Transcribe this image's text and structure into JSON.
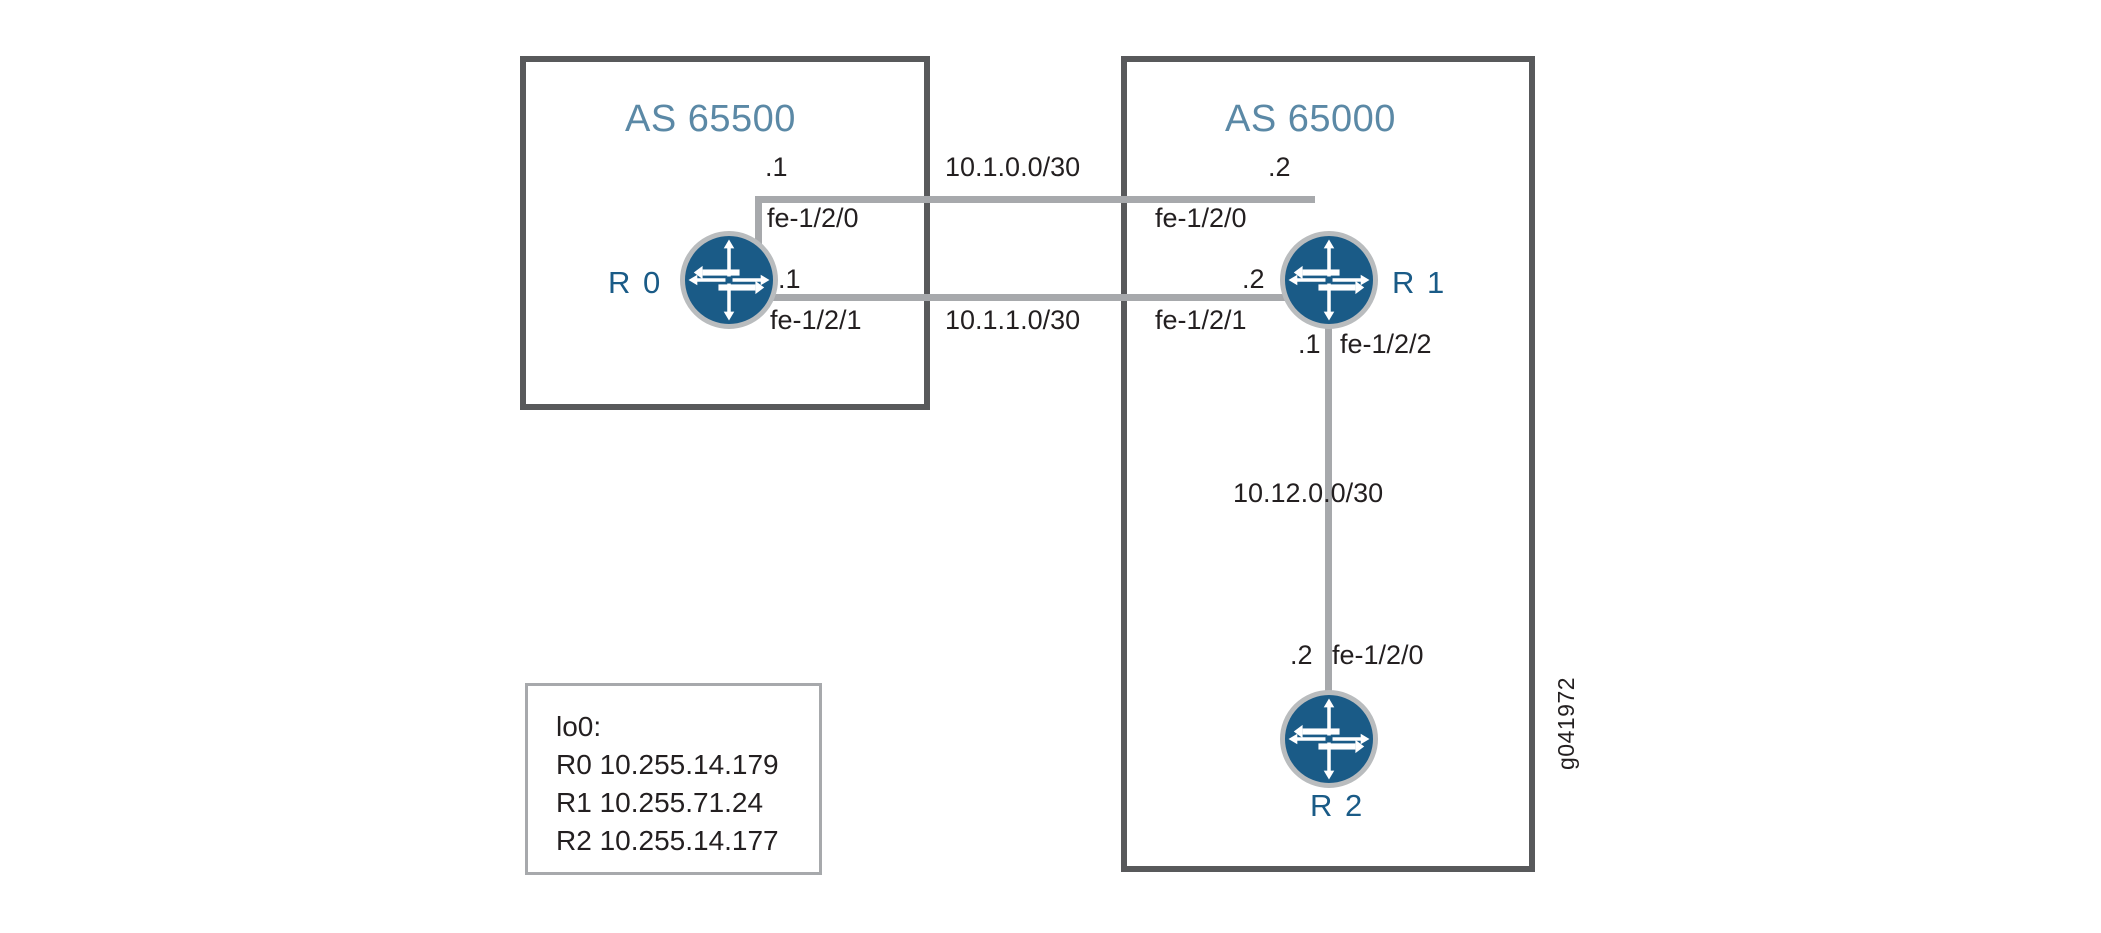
{
  "figure": {
    "watermark_id": "g041972",
    "colors": {
      "as_border": "#58595b",
      "as_label": "#5b89a6",
      "link": "#a7a9ac",
      "router_fill": "#1a5b87",
      "router_ring": "#b9bcbe",
      "text": "#231f20",
      "legend_border": "#a7a9ac",
      "background": "#ffffff"
    }
  },
  "autonomous_systems": [
    {
      "id": "as-65500",
      "label": "AS 65500"
    },
    {
      "id": "as-65000",
      "label": "AS 65000"
    }
  ],
  "routers": [
    {
      "id": "r0",
      "label": "R 0",
      "icon": "router-icon",
      "as": "as-65500"
    },
    {
      "id": "r1",
      "label": "R 1",
      "icon": "router-icon",
      "as": "as-65000"
    },
    {
      "id": "r2",
      "label": "R 2",
      "icon": "router-icon",
      "as": "as-65000"
    }
  ],
  "links": [
    {
      "id": "link-a",
      "network": "10.1.0.0/30",
      "endpoints": [
        {
          "router": "r0",
          "interface": "fe-1/2/0",
          "host": ".1"
        },
        {
          "router": "r1",
          "interface": "fe-1/2/0",
          "host": ".2"
        }
      ]
    },
    {
      "id": "link-b",
      "network": "10.1.1.0/30",
      "endpoints": [
        {
          "router": "r0",
          "interface": "fe-1/2/1",
          "host": ".1"
        },
        {
          "router": "r1",
          "interface": "fe-1/2/1",
          "host": ".2"
        }
      ]
    },
    {
      "id": "link-c",
      "network": "10.12.0.0/30",
      "endpoints": [
        {
          "router": "r1",
          "interface": "fe-1/2/2",
          "host": ".1"
        },
        {
          "router": "r2",
          "interface": "fe-1/2/0",
          "host": ".2"
        }
      ]
    }
  ],
  "legend": {
    "title": "lo0:",
    "entries": [
      "R0 10.255.14.179",
      "R1 10.255.71.24",
      "R2 10.255.14.177"
    ]
  }
}
